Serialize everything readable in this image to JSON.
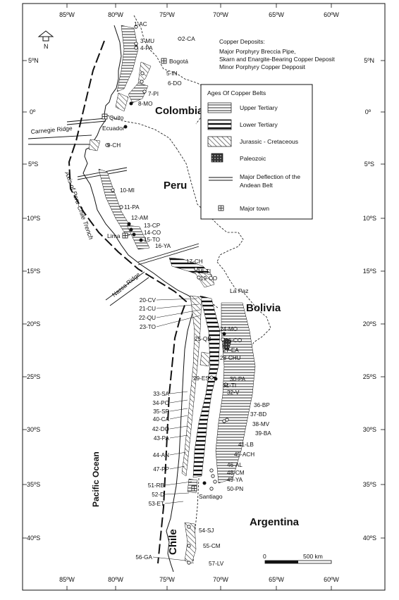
{
  "lon_labels": [
    "85ºW",
    "80ºW",
    "75ºW",
    "70ºW",
    "65ºW",
    "60ºW"
  ],
  "lat_labels": [
    "5ºN",
    "0º",
    "5ºS",
    "10ºS",
    "15ºS",
    "20ºS",
    "25ºS",
    "30ºS",
    "35ºS",
    "40ºS"
  ],
  "north_label": "N",
  "countries": [
    "Colombia",
    "Peru",
    "Bolivia",
    "Argentina",
    "Chile"
  ],
  "ocean": "Pacific Ocean",
  "features": {
    "trench": "Axis of Peru-Chile Trench",
    "carnegie": "Carnegie Ridge",
    "nazca": "Nazca Ridge"
  },
  "towns": [
    "Bogotá",
    "Quito",
    "Ecuador",
    "Lima",
    "La Paz",
    "Santiago"
  ],
  "deposit_legend": {
    "title": "Copper Deposits:",
    "major_line1": "Major Porphyry Breccia Pipe,",
    "major_line2": "Skarn and Enargite-Bearing Copper Deposit",
    "minor": "Minor Porphyry Copper Depposit"
  },
  "belt_legend": {
    "title": "Ages Of Copper Belts",
    "items": [
      "Upper Tertiary",
      "Lower Tertiary",
      "Jurassic - Cretaceous",
      "Paleozoic"
    ],
    "deflection_line1": "Major Deflection of the",
    "deflection_line2": "Andean Belt",
    "town": "Major town"
  },
  "scale": {
    "zero": "0",
    "distance": "500 km"
  },
  "deposits_left": [
    "20-CV",
    "21-CU",
    "22-QU",
    "23-TO",
    "33-SA",
    "34-PO",
    "35-SP",
    "40-CA",
    "42-DO",
    "43-PA",
    "44-AN",
    "47-PP",
    "51-RB",
    "52-D",
    "53-ET",
    "56-GA"
  ],
  "deposits_right": [
    "1-AC",
    "2-CA",
    "3-MU",
    "4-PA",
    "5-IN",
    "6-DO",
    "7-PI",
    "8-MO",
    "9-CH",
    "10-MI",
    "11-PA",
    "12-AM",
    "13-CP",
    "14-CO",
    "15-TO",
    "16-YA",
    "17-CH",
    "18-TI",
    "19-CO",
    "24-MO",
    "25-QB",
    "26-CO",
    "27-EA",
    "28-CHU",
    "29-ES",
    "30-PA",
    "31-TI",
    "32-V",
    "36-BP",
    "37-BD",
    "38-MV",
    "39-BA",
    "41-LB",
    "45-ACH",
    "46-AL",
    "48-CM",
    "49-YA",
    "50-PN",
    "54-SJ",
    "55-CM",
    "57-LV"
  ],
  "colors": {
    "ink": "#111111",
    "paper": "#ffffff"
  }
}
